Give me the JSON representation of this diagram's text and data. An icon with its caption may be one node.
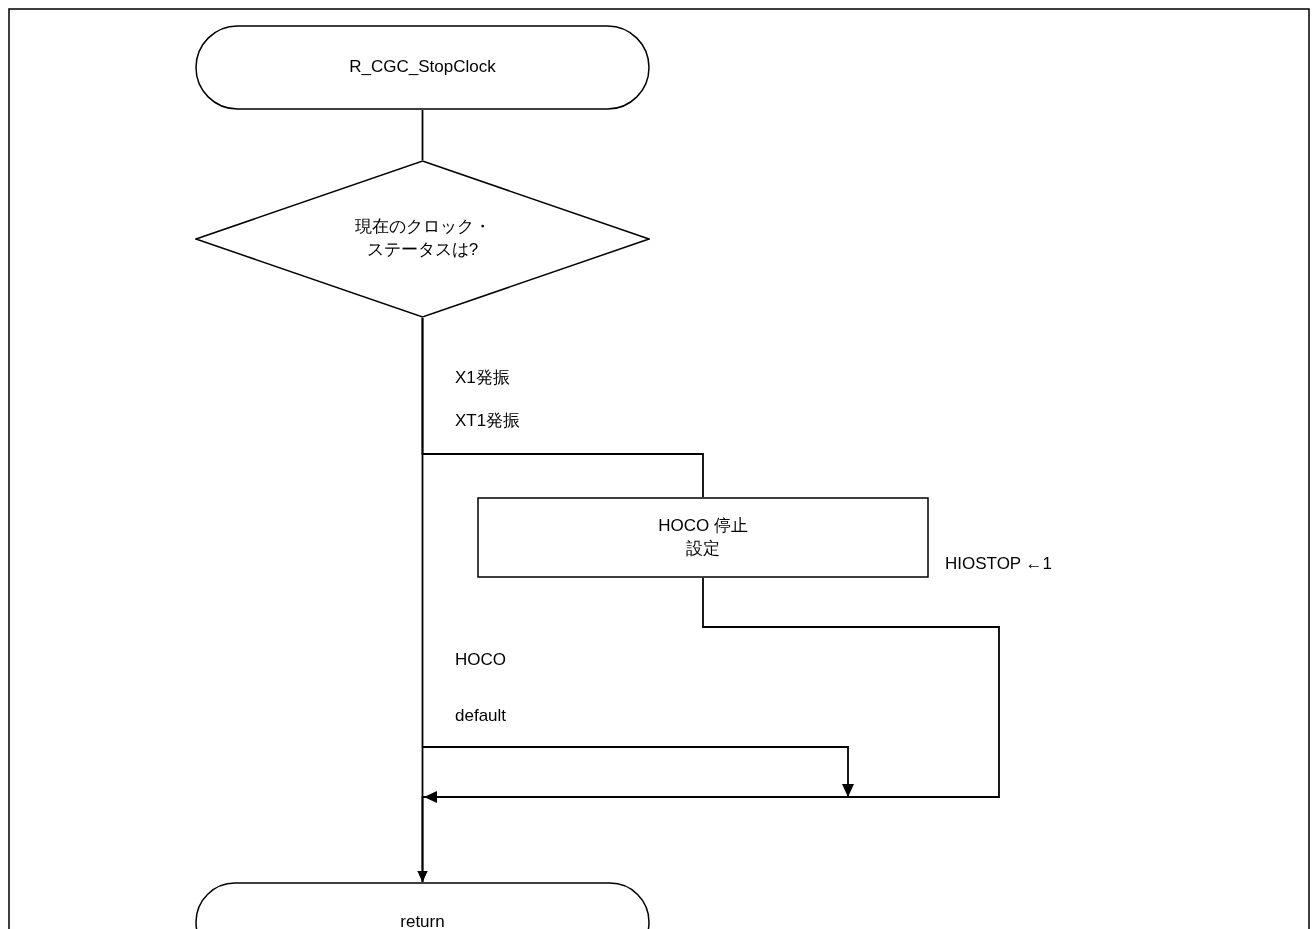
{
  "diagram": {
    "nodes": [
      {
        "text": [
          "R_CGC_StopClock"
        ]
      },
      {
        "text": [
          "現在のクロック・ステータスは?"
        ]
      },
      {
        "text": [
          "HOCO 停止設定"
        ],
        "beside": [
          "HIOSTOP ←1"
        ]
      },
      {
        "text": [
          "return"
        ]
      }
    ],
    "edges": [
      {
        "from": 0,
        "to": 1,
        "arrow": "none"
      },
      {
        "from": 1,
        "to": 2,
        "arrow": "none"
      },
      {
        "from": 2,
        "to": 3,
        "arrow": "to"
      },
      {
        "from": 1,
        "to": 3,
        "arrow": "to"
      }
    ],
    "labels": [
      "X1発振",
      "XT1発振",
      "HOCO",
      "default"
    ]
  }
}
